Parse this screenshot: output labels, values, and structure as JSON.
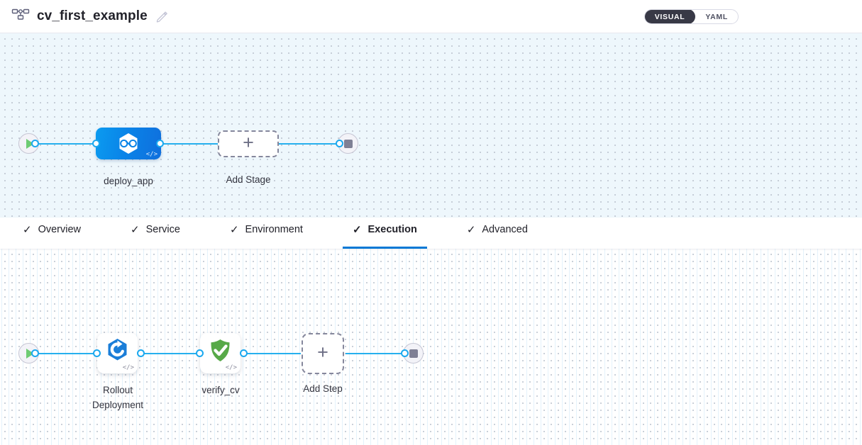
{
  "header": {
    "pipeline_icon": "pipeline-flow-icon",
    "title": "cv_first_example",
    "edit_icon": "pencil-icon",
    "view_toggle": {
      "visual_label": "VISUAL",
      "yaml_label": "YAML",
      "active": "VISUAL"
    }
  },
  "stage_canvas": {
    "start_node": {
      "icon": "play-icon"
    },
    "stages": [
      {
        "label": "deploy_app",
        "icon": "harness-cd-hexagon-icon",
        "code_glyph": "</>",
        "selected": true
      }
    ],
    "add_stage": {
      "label": "Add Stage",
      "icon": "plus-icon"
    },
    "end_node": {
      "icon": "stop-icon"
    }
  },
  "tabs": [
    {
      "label": "Overview",
      "check": "✓",
      "active": false
    },
    {
      "label": "Service",
      "check": "✓",
      "active": false
    },
    {
      "label": "Environment",
      "check": "✓",
      "active": false
    },
    {
      "label": "Execution",
      "check": "✓",
      "active": true
    },
    {
      "label": "Advanced",
      "check": "✓",
      "active": false
    }
  ],
  "step_canvas": {
    "start_node": {
      "icon": "play-icon"
    },
    "steps": [
      {
        "label": "Rollout\nDeployment",
        "icon": "rollout-deployment-hexagon-icon",
        "code_glyph": "</>"
      },
      {
        "label": "verify_cv",
        "icon": "green-shield-check-icon",
        "code_glyph": "</>"
      }
    ],
    "add_step": {
      "label": "Add Step",
      "icon": "plus-icon"
    },
    "end_node": {
      "icon": "stop-icon"
    }
  },
  "colors": {
    "accent_blue": "#0278d5",
    "edge_blue": "#26b0ee",
    "stage_blue": "#0a84e8",
    "shield_green": "#57a948",
    "canvas_top_bg": "#eef7fc",
    "toggle_dark": "#383946"
  }
}
